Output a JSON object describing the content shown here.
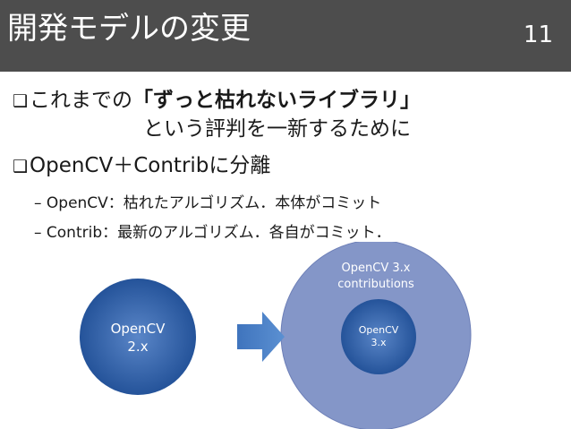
{
  "header": {
    "title": "開発モデルの変更",
    "page_number": "11"
  },
  "bullets": [
    {
      "mark": "❑",
      "prefix": "これまでの",
      "emphasis": "「ずっと枯れないライブラリ」",
      "continuation": "という評判を一新するために"
    },
    {
      "mark": "❑",
      "text": "OpenCV＋Contribに分離"
    }
  ],
  "sub_bullets": [
    "– OpenCV：枯れたアルゴリズム．本体がコミット",
    "– Contrib：最新のアルゴリズム．各自がコミット．"
  ],
  "diagram": {
    "left_circle": {
      "line1": "OpenCV",
      "line2": "2.x"
    },
    "big_circle": {
      "line1": "OpenCV 3.x",
      "line2": "contributions"
    },
    "inner_circle": {
      "line1": "OpenCV",
      "line2": "3.x"
    },
    "colors": {
      "big_fill": "#8496c8",
      "small_fill_dark": "#1f4e95",
      "small_fill_light": "#5a86c8",
      "arrow": "#4a80c4"
    }
  }
}
